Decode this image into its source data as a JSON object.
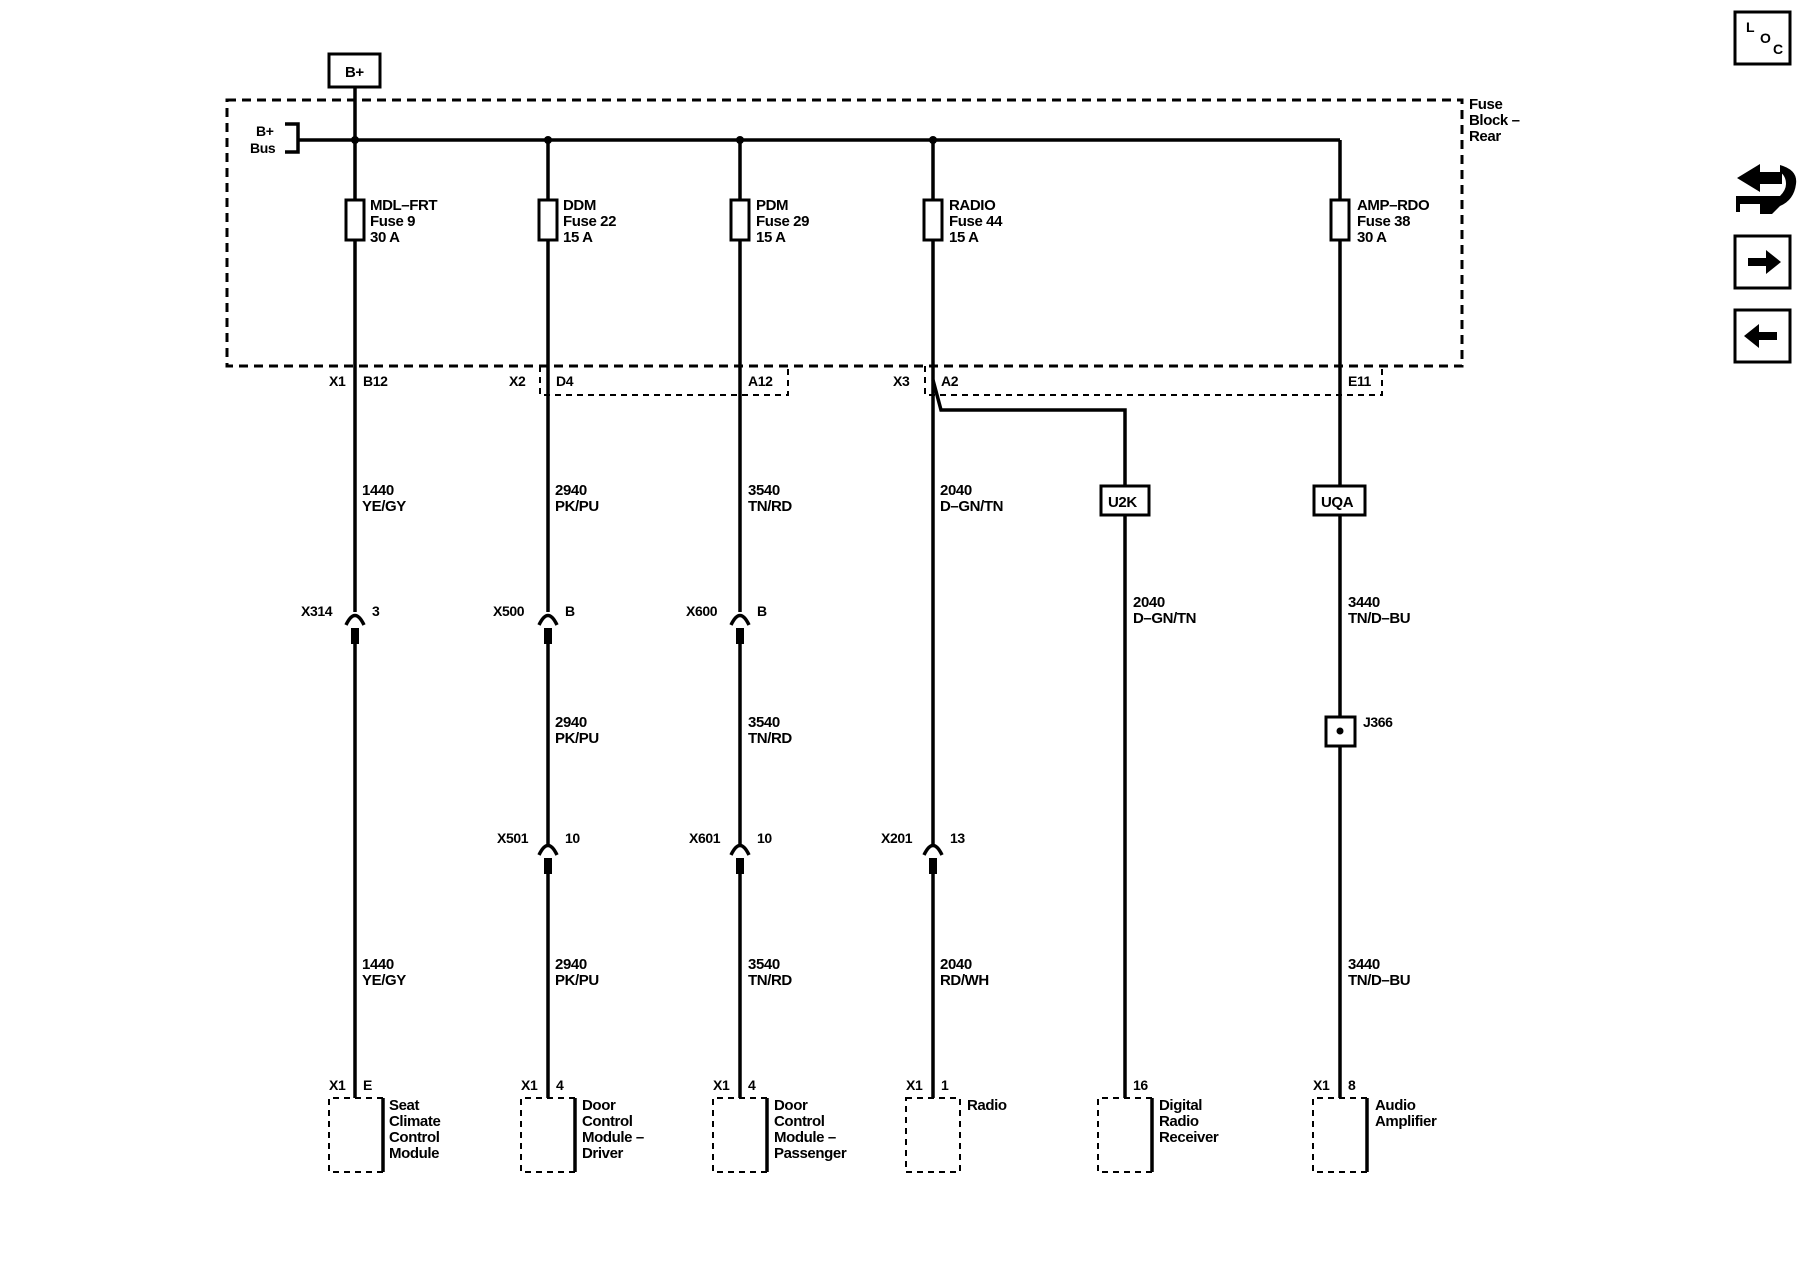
{
  "supply": {
    "label": "B+",
    "bus_label": [
      "B+",
      "Bus"
    ]
  },
  "fuse_block": {
    "name": [
      "Fuse",
      "Block –",
      "Rear"
    ]
  },
  "fuses": [
    {
      "lines": [
        "MDL–FRT",
        "Fuse 9",
        "30 A"
      ]
    },
    {
      "lines": [
        "DDM",
        "Fuse 22",
        "15 A"
      ]
    },
    {
      "lines": [
        "PDM",
        "Fuse 29",
        "15 A"
      ]
    },
    {
      "lines": [
        "RADIO",
        "Fuse 44",
        "15 A"
      ]
    },
    {
      "lines": [
        "AMP–RDO",
        "Fuse 38",
        "30 A"
      ]
    }
  ],
  "block_connectors": [
    {
      "name": "X1",
      "pin": "B12"
    },
    {
      "name": "X2",
      "pin": "D4"
    },
    {
      "pin": "A12"
    },
    {
      "name": "X3",
      "pin": "A2"
    },
    {
      "pin": "E11"
    }
  ],
  "options": [
    "U2K",
    "UQA"
  ],
  "wires_upper": [
    [
      "1440",
      "YE/GY"
    ],
    [
      "2940",
      "PK/PU"
    ],
    [
      "3540",
      "TN/RD"
    ],
    [
      "2040",
      "D–GN/TN"
    ],
    [
      "2040",
      "D–GN/TN"
    ],
    [
      "3440",
      "TN/D–BU"
    ]
  ],
  "inline_connectors_1": [
    {
      "name": "X314",
      "pin": "3"
    },
    {
      "name": "X500",
      "pin": "B"
    },
    {
      "name": "X600",
      "pin": "B"
    }
  ],
  "wires_middle": [
    [
      "2940",
      "PK/PU"
    ],
    [
      "3540",
      "TN/RD"
    ]
  ],
  "splice": {
    "name": "J366"
  },
  "inline_connectors_2": [
    {
      "name": "X501",
      "pin": "10"
    },
    {
      "name": "X601",
      "pin": "10"
    },
    {
      "name": "X201",
      "pin": "13"
    }
  ],
  "wires_lower": [
    [
      "1440",
      "YE/GY"
    ],
    [
      "2940",
      "PK/PU"
    ],
    [
      "3540",
      "TN/RD"
    ],
    [
      "2040",
      "RD/WH"
    ],
    [
      "3440",
      "TN/D–BU"
    ]
  ],
  "modules": [
    {
      "conn": "X1",
      "pin": "E",
      "name": [
        "Seat",
        "Climate",
        "Control",
        "Module"
      ]
    },
    {
      "conn": "X1",
      "pin": "4",
      "name": [
        "Door",
        "Control",
        "Module –",
        "Driver"
      ]
    },
    {
      "conn": "X1",
      "pin": "4",
      "name": [
        "Door",
        "Control",
        "Module –",
        "Passenger"
      ]
    },
    {
      "conn": "X1",
      "pin": "1",
      "name": [
        "Radio"
      ]
    },
    {
      "pin": "16",
      "name": [
        "Digital",
        "Radio",
        "Receiver"
      ]
    },
    {
      "conn": "X1",
      "pin": "8",
      "name": [
        "Audio",
        "Amplifier"
      ]
    }
  ],
  "nav": {
    "loc_letters": [
      "L",
      "O",
      "C"
    ]
  }
}
